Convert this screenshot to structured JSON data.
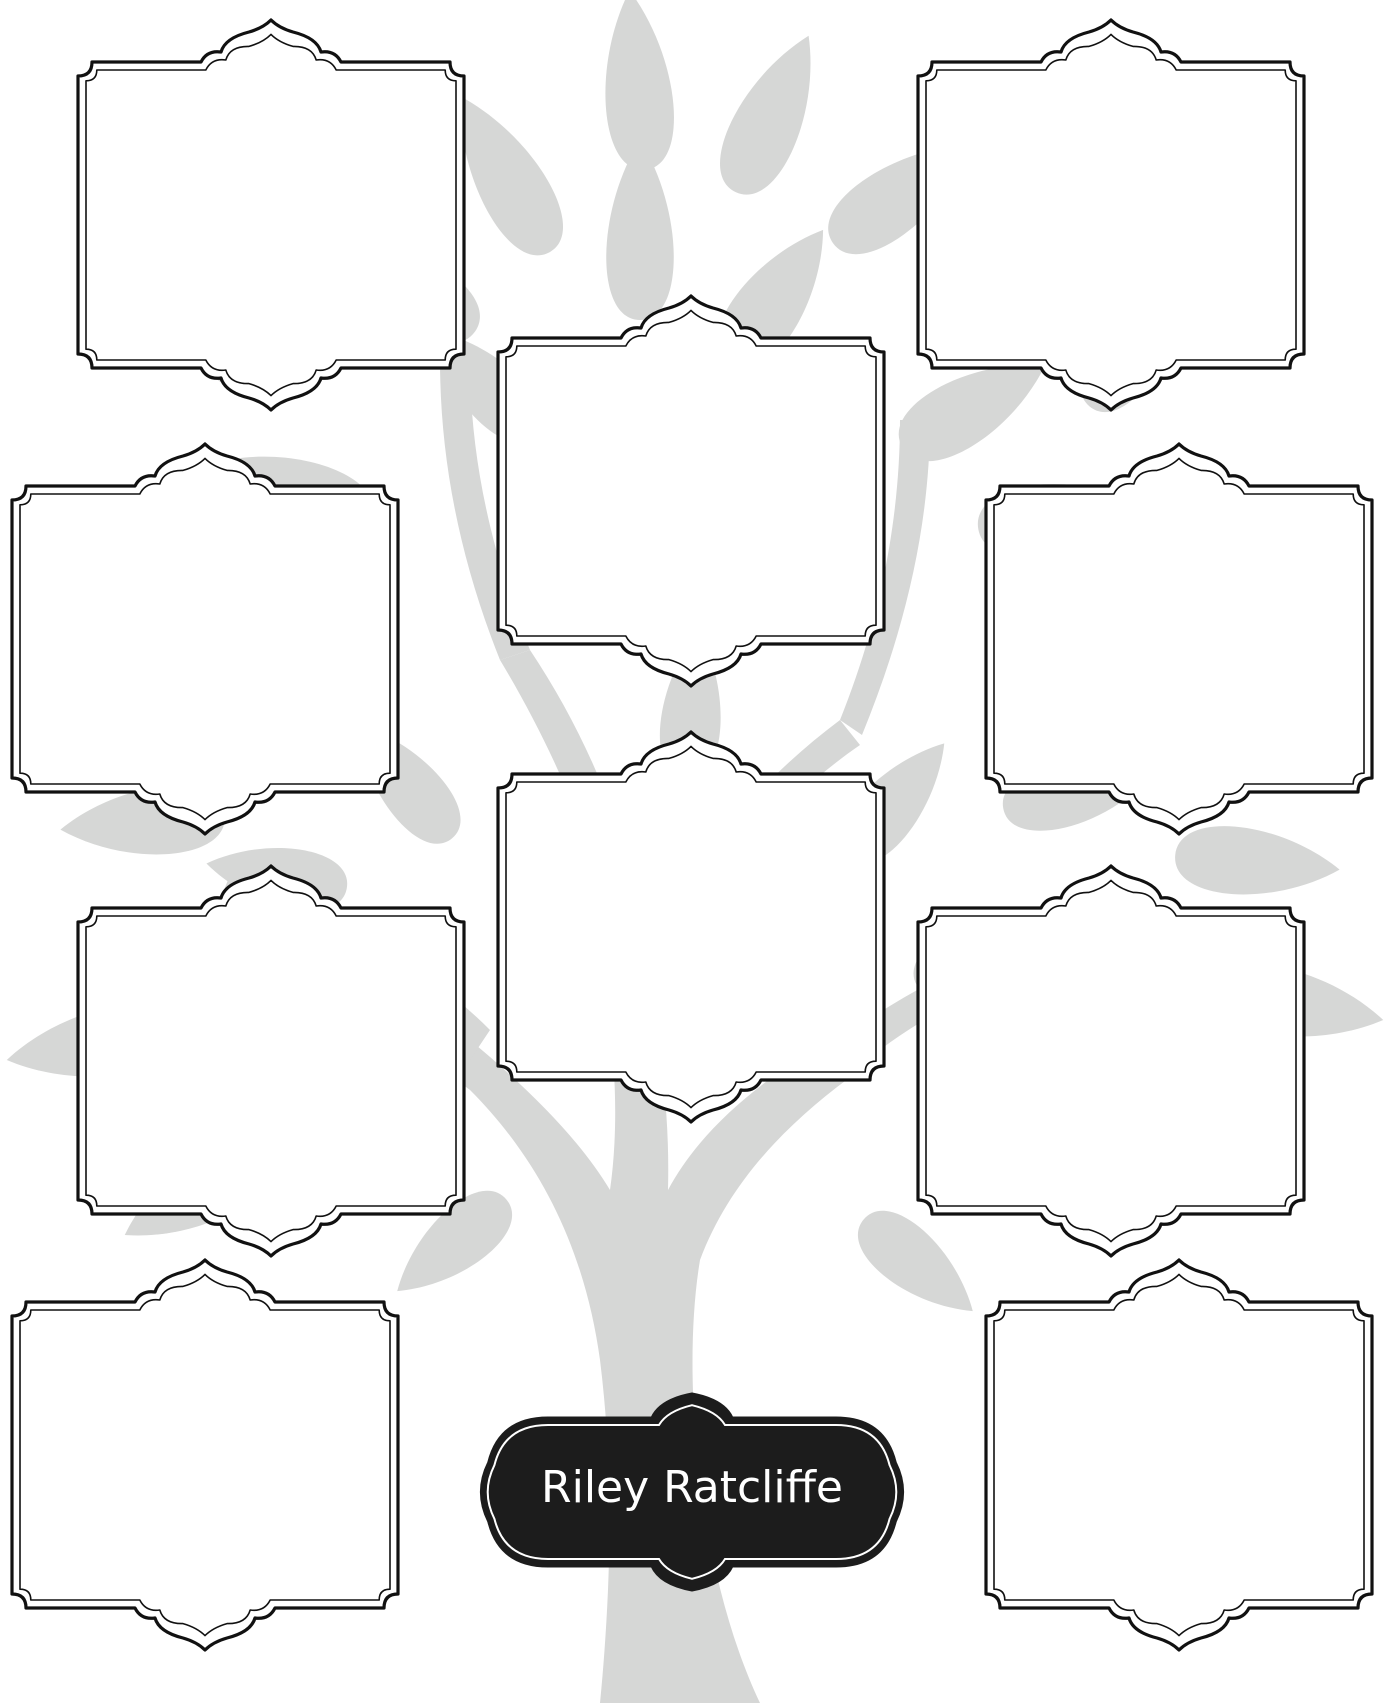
{
  "colors": {
    "background": "#ffffff",
    "tree": "#d6d7d6",
    "frame_stroke": "#111111",
    "frame_fill": "#ffffff",
    "nameplate_fill": "#1c1c1c",
    "nameplate_text": "#ffffff"
  },
  "tree": {
    "icon": "tree-silhouette-icon"
  },
  "frames": [
    {
      "id": "frame-top-left",
      "text": ""
    },
    {
      "id": "frame-top-right",
      "text": ""
    },
    {
      "id": "frame-center-upper",
      "text": ""
    },
    {
      "id": "frame-mid-left",
      "text": ""
    },
    {
      "id": "frame-mid-right",
      "text": ""
    },
    {
      "id": "frame-center-lower",
      "text": ""
    },
    {
      "id": "frame-lower-left",
      "text": ""
    },
    {
      "id": "frame-lower-right",
      "text": ""
    },
    {
      "id": "frame-bottom-left",
      "text": ""
    },
    {
      "id": "frame-bottom-right",
      "text": ""
    }
  ],
  "nameplate": {
    "name": "Riley Ratcliffe"
  }
}
